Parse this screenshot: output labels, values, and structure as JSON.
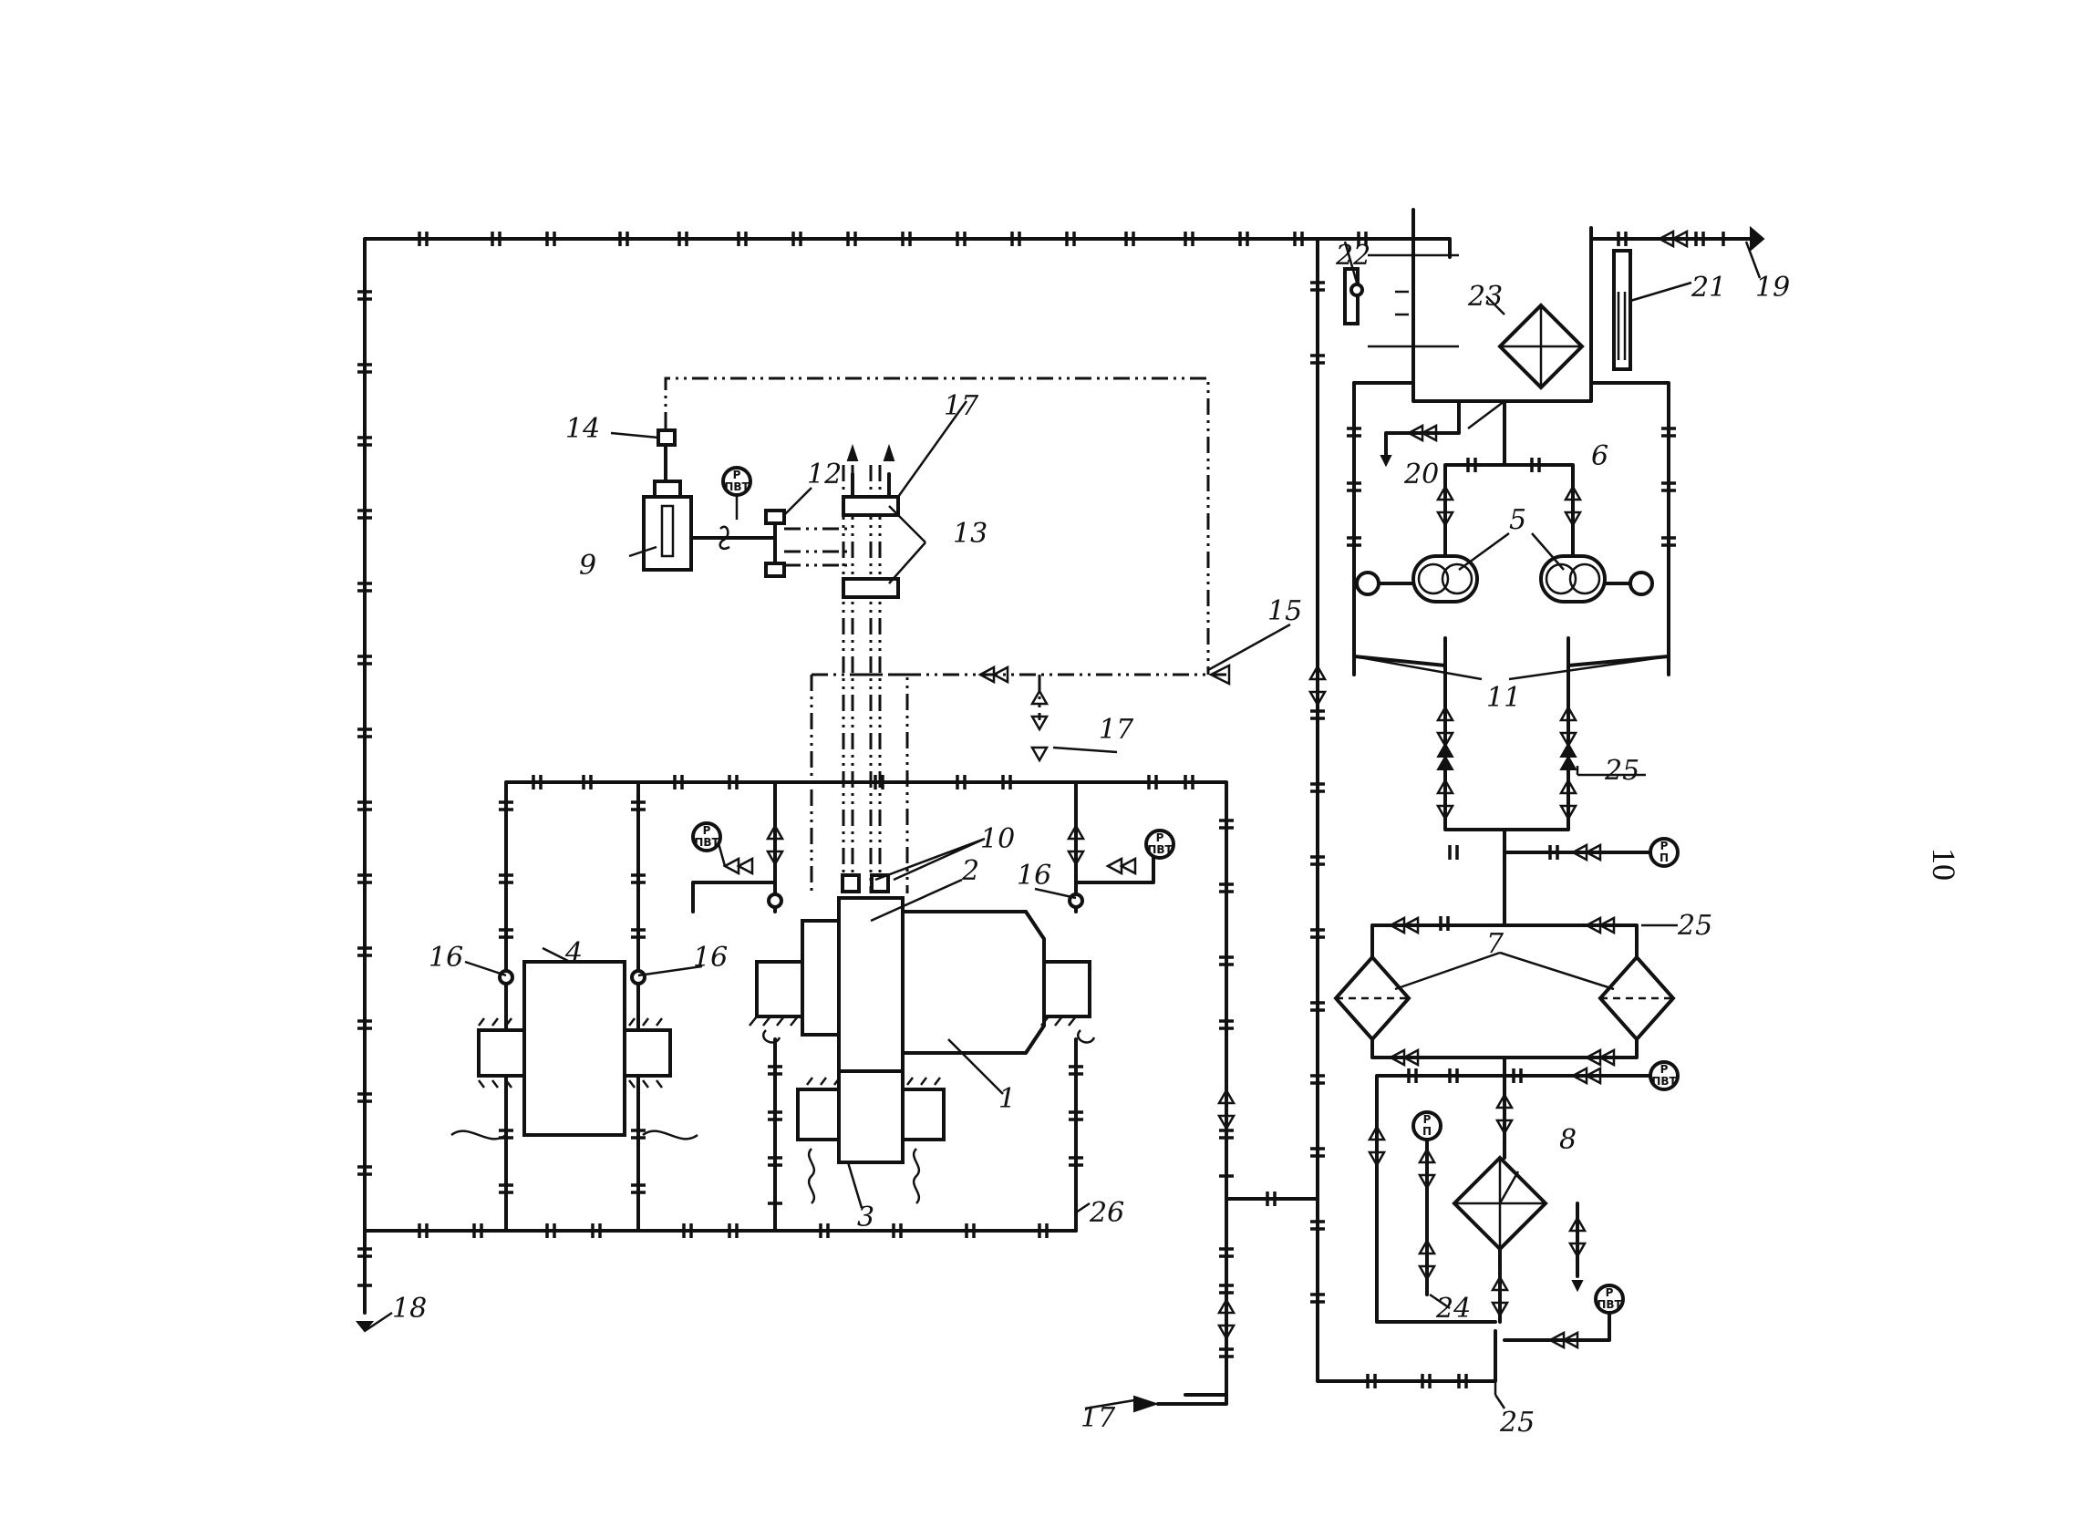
{
  "page_number": "10",
  "labels": {
    "l1": "1",
    "l2": "2",
    "l3": "3",
    "l4": "4",
    "l5": "5",
    "l6": "6",
    "l7": "7",
    "l8": "8",
    "l9": "9",
    "l10": "10",
    "l11": "11",
    "l12": "12",
    "l13": "13",
    "l14": "14",
    "l15": "15",
    "l16a": "16",
    "l16b": "16",
    "l16c": "16",
    "l17a": "17",
    "l17b": "17",
    "l17c": "17",
    "l18": "18",
    "l19": "19",
    "l20": "20",
    "l21": "21",
    "l22": "22",
    "l23": "23",
    "l24": "24",
    "l25a": "25",
    "l25b": "25",
    "l25c": "25",
    "l26": "26"
  },
  "gauges": {
    "pg1": {
      "top": "P",
      "bottom": "ПВТ"
    },
    "pg2": {
      "top": "P",
      "bottom": "ПВТ"
    },
    "pg3": {
      "top": "P",
      "bottom": "ПВТ"
    },
    "pg4": {
      "top": "P",
      "bottom": "П"
    },
    "pg5": {
      "top": "P",
      "bottom": "ПВТ"
    },
    "pg6": {
      "top": "P",
      "bottom": "П"
    },
    "pg7": {
      "top": "P",
      "bottom": "ПВТ"
    }
  }
}
